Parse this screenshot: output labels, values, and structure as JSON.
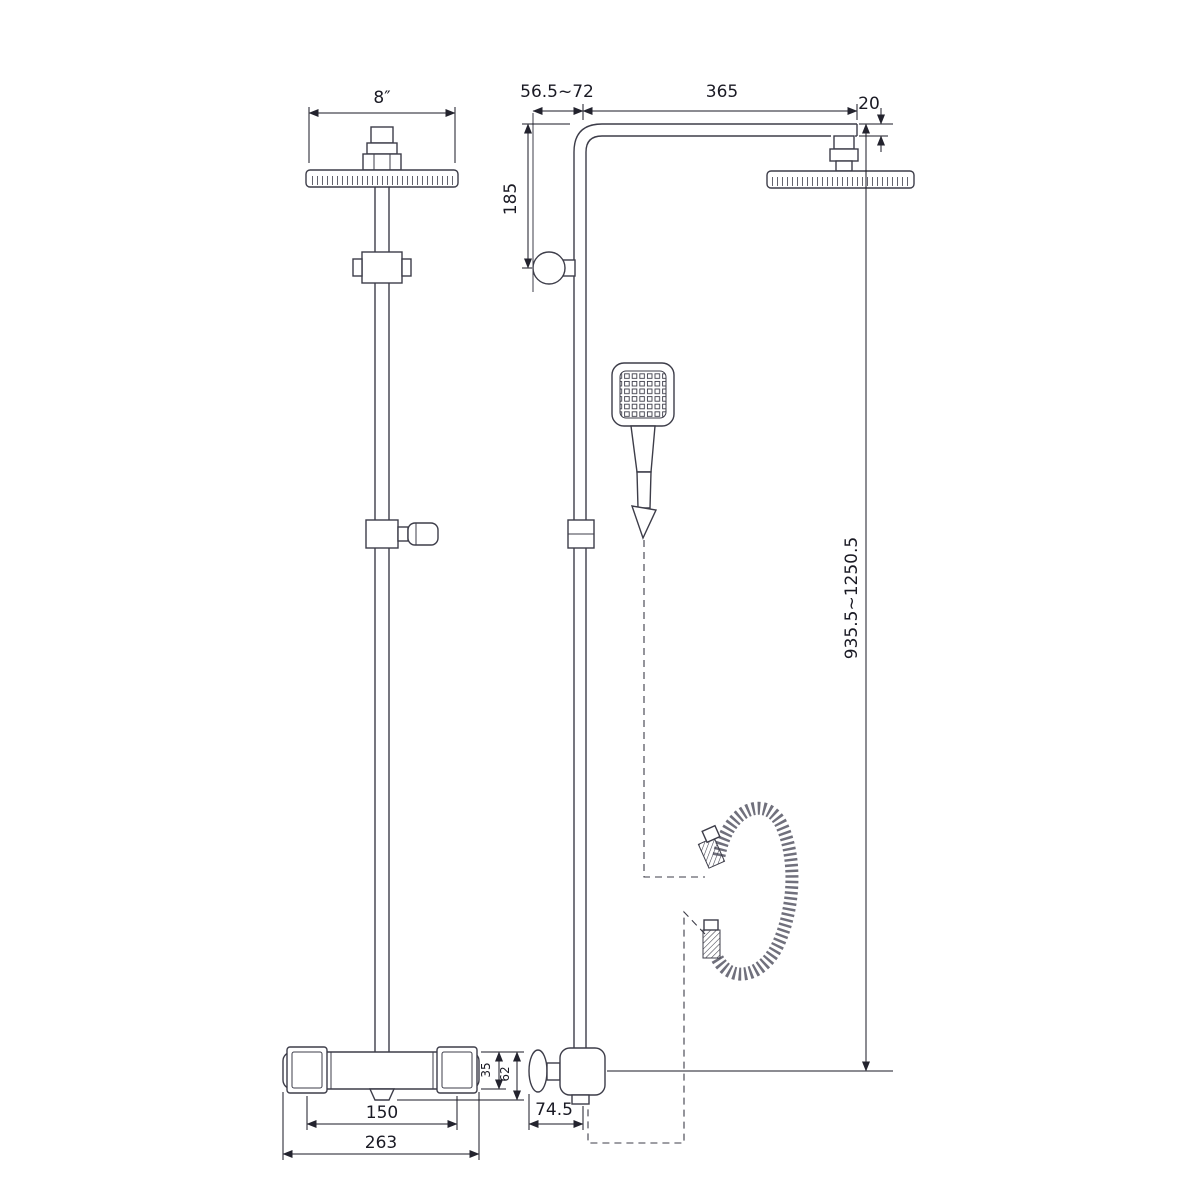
{
  "dimensions": {
    "head_width": "8″",
    "wall_offset": "56.5~72",
    "arm_length": "365",
    "head_thickness": "20",
    "arm_drop": "185",
    "riser_height": "935.5~1250.5",
    "valve_depth": "74.5",
    "outlet_spacing": "150",
    "valve_width": "263",
    "valve_body_height": "35",
    "valve_overall_height": "62"
  },
  "colors": {
    "line": "#3d3d49",
    "dimension": "#1a1a24",
    "background": "#ffffff"
  }
}
